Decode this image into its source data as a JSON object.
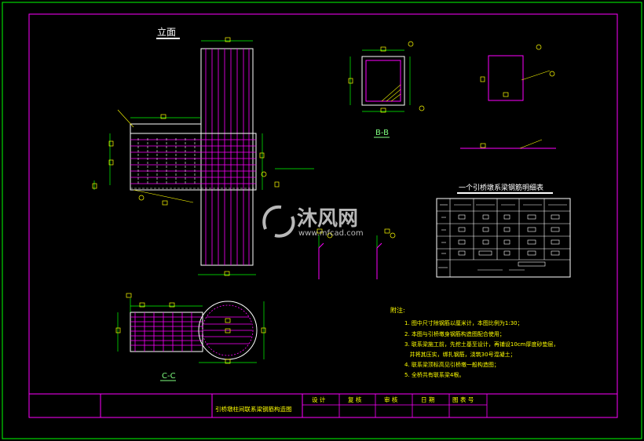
{
  "titles": {
    "elevation": "立面",
    "section_bb": "B-B",
    "section_cc": "C-C",
    "table_title": "一个引桥墩系梁钢筋明细表"
  },
  "watermark": {
    "brand": "沐风网",
    "url": "www.mfcad.com"
  },
  "notes": {
    "heading": "附注:",
    "items": [
      "1. 图中尺寸除钢筋以厘米计，本图比例为1:30；",
      "2. 本图与引桥墩身钢筋构造图配合使用；",
      "3. 联系梁施工前，先挖土基至设计，再铺设10cm厚度砂垫层，",
      "   并将其压实，绑扎钢筋，浇筑30号混凝土；",
      "4. 联系梁顶标高见引桥墩一般构造图；",
      "5. 全桥共有联系梁4根。"
    ]
  },
  "title_block": {
    "drawing_title": "引桥墩柱间联系梁钢筋构造图",
    "labels": [
      "设 计",
      "复 核",
      "审 核",
      "日 期",
      "图 表 号"
    ]
  },
  "colors": {
    "background": "#000000",
    "frame": "#00ff00",
    "outline": "#ff00ff",
    "text": "#ffff00",
    "rebar": "#ff00ff",
    "dimension": "#00ff00"
  }
}
